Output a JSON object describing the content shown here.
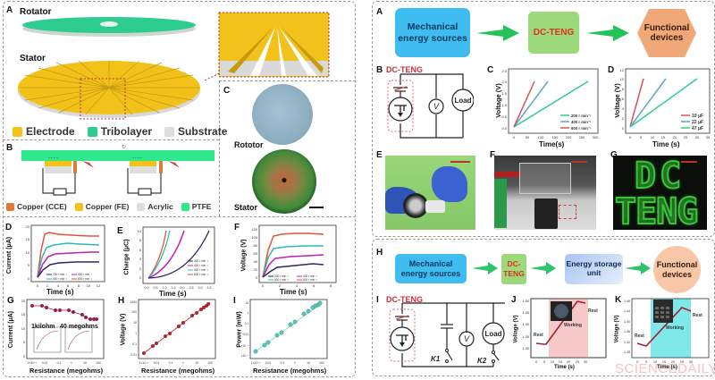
{
  "left_figure": {
    "panel_A": {
      "label": "A",
      "rotator_label": "Rotator",
      "stator_label": "Stator",
      "legend": [
        {
          "label": "Electrode",
          "color": "#f2c21b"
        },
        {
          "label": "Tribolayer",
          "color": "#2ecc8f"
        },
        {
          "label": "Substrate",
          "color": "#dddddd"
        }
      ]
    },
    "panel_B": {
      "label": "B",
      "legend": [
        {
          "label": "Copper (CCE)",
          "color": "#e07b39"
        },
        {
          "label": "Copper (FE)",
          "color": "#f2c21b"
        },
        {
          "label": "Acrylic",
          "color": "#dddddd"
        },
        {
          "label": "PTFE",
          "color": "#2ee88a"
        }
      ]
    },
    "panel_C": {
      "label": "C",
      "rotator_label": "Rototor",
      "stator_label": "Stator"
    },
    "panel_D": {
      "label": "D",
      "xlabel": "Time (s)",
      "ylabel": "Current (μA)"
    },
    "panel_E": {
      "label": "E",
      "xlabel": "Time (s)",
      "ylabel": "Charge (μC)"
    },
    "panel_F": {
      "label": "F",
      "xlabel": "Time (s)",
      "ylabel": "Voltage (V)"
    },
    "panel_G": {
      "label": "G",
      "xlabel": "Resistance (megohms)",
      "ylabel": "Current (μA)",
      "inset_left": "1kilohm",
      "inset_right": "40 megohms"
    },
    "panel_H": {
      "label": "H",
      "xlabel": "Resistance (megohms)",
      "ylabel": "Voltage (V)"
    },
    "panel_I": {
      "label": "I",
      "xlabel": "Resistance (megohms)",
      "ylabel": "Power (mW)"
    }
  },
  "right_figure": {
    "panel_A": {
      "label": "A",
      "boxes": [
        "Mechanical energy sources",
        "DC-TENG",
        "Functional devices"
      ],
      "colors": {
        "mech": "#3fbdf0",
        "teng": "#9bd97a",
        "func": "#f0a878",
        "teng_text": "#e03020",
        "arrow": "#22c45a"
      }
    },
    "panel_B": {
      "label": "B",
      "title": "DC-TENG",
      "voltmeter": "V",
      "load": "Load"
    },
    "panel_C": {
      "label": "C",
      "xlabel": "Time(s)",
      "ylabel": "Voltage (V)"
    },
    "panel_D": {
      "label": "D",
      "xlabel": "Time (s)",
      "ylabel": "Voltage (V)"
    },
    "panel_E": {
      "label": "E"
    },
    "panel_F": {
      "label": "F"
    },
    "panel_G": {
      "label": "G",
      "led_text_line1": "DC",
      "led_text_line2": "TENG"
    },
    "panel_H": {
      "label": "H",
      "boxes": [
        "Mechanical energy sources",
        "DC-TENG",
        "Energy storage unit",
        "Functional devices"
      ]
    },
    "panel_I": {
      "label": "I",
      "title": "DC-TENG",
      "voltmeter": "V",
      "load": "Load",
      "switch1": "K1",
      "switch2": "K2"
    },
    "panel_J": {
      "label": "J",
      "xlabel": "Time (s)",
      "ylabel": "Voltage (V)",
      "rest1": "Rest",
      "working": "Working",
      "rest2": "Rest"
    },
    "panel_K": {
      "label": "K",
      "xlabel": "Time (s)",
      "ylabel": "Voltage (V)",
      "rest1": "Rest",
      "working": "Working",
      "rest2": "Rest"
    }
  },
  "watermark": "SCIENCEDAILY.COM",
  "chart_data": [
    {
      "id": "left-D",
      "type": "line",
      "title": "",
      "xlabel": "Time (s)",
      "ylabel": "Current (μA)",
      "xlim": [
        -1,
        13
      ],
      "ylim": [
        -1,
        21
      ],
      "xticks": [
        0,
        2,
        4,
        6,
        8,
        10,
        12
      ],
      "yticks": [
        0,
        5,
        10,
        15,
        20
      ],
      "series": [
        {
          "name": "200 r min⁻¹",
          "color": "#2b2b5e",
          "x": [
            0,
            1,
            2,
            3,
            4,
            6,
            8,
            10,
            11.5
          ],
          "values": [
            0,
            2.5,
            4.2,
            5.0,
            5.5,
            5.7,
            5.8,
            5.8,
            5.7
          ]
        },
        {
          "name": "400 r min⁻¹",
          "color": "#c21fb5",
          "x": [
            0,
            1,
            2,
            3,
            4,
            6,
            8,
            10,
            11.5
          ],
          "values": [
            0,
            5.5,
            8.0,
            9.0,
            9.3,
            9.5,
            9.7,
            9.6,
            9.7
          ]
        },
        {
          "name": "500 r min⁻¹",
          "color": "#2bbdb0",
          "x": [
            0,
            1,
            2,
            3,
            4,
            6,
            8,
            10,
            11.5
          ],
          "values": [
            0,
            8.0,
            11.8,
            13.0,
            13.5,
            13.8,
            13.7,
            13.8,
            13.5
          ]
        },
        {
          "name": "600 r min⁻¹",
          "color": "#e0553a",
          "x": [
            0,
            1,
            2,
            3,
            4,
            6,
            8,
            10,
            11.5
          ],
          "values": [
            0,
            12.0,
            17.0,
            17.8,
            17.5,
            17.3,
            17.0,
            17.2,
            17.0
          ]
        }
      ]
    },
    {
      "id": "left-E",
      "type": "line",
      "xlabel": "Time (s)",
      "ylabel": "Charge (μC)",
      "xlim": [
        0,
        3.8
      ],
      "ylim": [
        -1,
        11
      ],
      "xticks": [
        0.0,
        0.5,
        1.0,
        1.5,
        2.0,
        2.5,
        3.0,
        3.5
      ],
      "yticks": [
        0,
        2,
        4,
        6,
        8,
        10
      ],
      "series": [
        {
          "name": "300 r min⁻¹",
          "color": "#2b2b5e",
          "x": [
            0,
            1,
            2,
            3,
            3.5
          ],
          "values": [
            0,
            0.8,
            3,
            7,
            10
          ]
        },
        {
          "name": "400 r min⁻¹",
          "color": "#c21fb5",
          "x": [
            0,
            0.7,
            1.4,
            2.1
          ],
          "values": [
            0,
            2,
            6,
            10
          ]
        },
        {
          "name": "500 r min⁻¹",
          "color": "#2bbdb0",
          "x": [
            0,
            0.5,
            1.0,
            1.35
          ],
          "values": [
            0,
            2,
            6,
            10
          ]
        },
        {
          "name": "600 r min⁻¹",
          "color": "#e0553a",
          "x": [
            0,
            0.4,
            0.8,
            1.15
          ],
          "values": [
            0,
            2,
            6,
            10
          ]
        }
      ]
    },
    {
      "id": "left-F",
      "type": "line",
      "xlabel": "Time (s)",
      "ylabel": "Voltage (V)",
      "xlim": [
        -0.5,
        8
      ],
      "ylim": [
        -5,
        125
      ],
      "xticks": [
        0,
        2,
        4,
        6,
        8
      ],
      "yticks": [
        0,
        20,
        40,
        60,
        80,
        100,
        120
      ],
      "series": [
        {
          "name": "300 r min⁻¹",
          "color": "#2b2b5e",
          "x": [
            0,
            1,
            2,
            4,
            6,
            7
          ],
          "values": [
            0,
            18,
            28,
            30,
            33,
            32
          ]
        },
        {
          "name": "400 r min⁻¹",
          "color": "#c21fb5",
          "x": [
            0,
            1,
            2,
            4,
            6,
            7
          ],
          "values": [
            0,
            38,
            50,
            54,
            56,
            57
          ]
        },
        {
          "name": "500 r min⁻¹",
          "color": "#2bbdb0",
          "x": [
            0,
            1,
            2,
            4,
            6,
            7
          ],
          "values": [
            0,
            55,
            72,
            78,
            82,
            80
          ]
        },
        {
          "name": "600 r min⁻¹",
          "color": "#e0553a",
          "x": [
            0,
            1,
            2,
            4,
            6,
            7
          ],
          "values": [
            0,
            85,
            108,
            112,
            113,
            110
          ]
        }
      ]
    },
    {
      "id": "left-G",
      "type": "scatter",
      "xlabel": "Resistance (megohms)",
      "ylabel": "Current (μA)",
      "xscale": "log",
      "xticks": [
        "1×10⁻³",
        "0.01",
        "0.1",
        "1",
        "10",
        "100"
      ],
      "yticks": [
        0,
        5,
        10,
        15,
        20
      ],
      "series": [
        {
          "name": "Current",
          "color": "#9b1f4a",
          "x": [
            0.001,
            0.003,
            0.005,
            0.02,
            0.04,
            0.2,
            0.4,
            2,
            4,
            10,
            20,
            30,
            40
          ],
          "values": [
            19.5,
            19.4,
            19.0,
            18.0,
            18.0,
            17.9,
            17.0,
            16.5,
            15.8,
            15.2,
            14.9,
            14.9,
            14.9
          ]
        }
      ]
    },
    {
      "id": "left-H",
      "type": "scatter",
      "xlabel": "Resistance (megohms)",
      "ylabel": "Voltage (V)",
      "xscale": "log",
      "yscale": "log",
      "xticks": [
        "1×10⁻³",
        "0.01",
        "0.1",
        "1",
        "10",
        "100"
      ],
      "yticks": [
        "0.01",
        "0.1",
        "1",
        "10",
        "100",
        "1000"
      ],
      "series": [
        {
          "name": "Voltage",
          "color": "#b2232a",
          "x": [
            0.001,
            0.005,
            0.01,
            0.05,
            0.1,
            0.5,
            1,
            5,
            10,
            20,
            30,
            40,
            50
          ],
          "values": [
            0.02,
            0.1,
            0.19,
            0.95,
            1.8,
            9,
            18,
            90,
            160,
            300,
            450,
            600,
            750
          ]
        }
      ]
    },
    {
      "id": "left-I",
      "type": "scatter",
      "xlabel": "Resistance (megohms)",
      "ylabel": "Power (mW)",
      "xscale": "log",
      "yscale": "log",
      "xticks": [
        "1×10⁻³",
        "0.01",
        "0.1",
        "1",
        "10",
        "100"
      ],
      "yticks": [
        "1×10⁻⁶",
        "1×10⁻⁴",
        "0.01",
        "0.1",
        "1",
        "10"
      ],
      "series": [
        {
          "name": "Power",
          "color": "#2bbdb0",
          "x": [
            0.001,
            0.005,
            0.01,
            0.05,
            0.1,
            0.5,
            1,
            5,
            10,
            20,
            30,
            40,
            50
          ],
          "values": [
            4e-07,
            2e-05,
            4e-05,
            0.001,
            0.003,
            0.02,
            0.04,
            1.5,
            2.5,
            5,
            7,
            9,
            11
          ]
        }
      ]
    },
    {
      "id": "right-C",
      "type": "line",
      "xlabel": "Time(s)",
      "ylabel": "Voltage (V)",
      "xlim": [
        -20,
        300
      ],
      "ylim": [
        -0.2,
        2.5
      ],
      "xticks": [
        0,
        50,
        100,
        150,
        200,
        250,
        300
      ],
      "yticks": [
        0.0,
        0.5,
        1.0,
        1.5,
        2.0,
        2.5
      ],
      "series": [
        {
          "name": "200 r min⁻¹",
          "color": "#2ecc8f",
          "x": [
            0,
            275
          ],
          "values": [
            0,
            2.0
          ]
        },
        {
          "name": "400 r min⁻¹",
          "color": "#5ba8c8",
          "x": [
            0,
            125
          ],
          "values": [
            0,
            2.0
          ]
        },
        {
          "name": "600 r min⁻¹",
          "color": "#d9535a",
          "x": [
            0,
            75
          ],
          "values": [
            0,
            2.0
          ]
        }
      ]
    },
    {
      "id": "right-D",
      "type": "line",
      "xlabel": "Time (s)",
      "ylabel": "Voltage (V)",
      "xlim": [
        -2,
        35
      ],
      "ylim": [
        -1,
        12
      ],
      "xticks": [
        0,
        5,
        10,
        15,
        20,
        25,
        30,
        35
      ],
      "yticks": [
        0,
        2,
        4,
        6,
        8,
        10,
        12
      ],
      "series": [
        {
          "name": "10 μF",
          "color": "#d9535a",
          "x": [
            0,
            6
          ],
          "values": [
            0,
            10
          ]
        },
        {
          "name": "22 μF",
          "color": "#5ba8c8",
          "x": [
            0,
            16
          ],
          "values": [
            0,
            10
          ]
        },
        {
          "name": "47 μF",
          "color": "#2ecc8f",
          "x": [
            0,
            30
          ],
          "values": [
            0,
            10
          ]
        }
      ]
    },
    {
      "id": "right-J",
      "type": "line",
      "xlabel": "Time (s)",
      "ylabel": "Voltage (V)",
      "xlim": [
        -3,
        33
      ],
      "ylim": [
        1.28,
        1.52
      ],
      "xticks": [
        0,
        5,
        10,
        15,
        20,
        25,
        30
      ],
      "yticks": [
        1.3,
        1.35,
        1.4,
        1.45,
        1.5
      ],
      "shaded_region": {
        "x": [
          6,
          25
        ],
        "color": "#f7c9c9",
        "label": "Working"
      },
      "annotations": [
        "Rest",
        "Working",
        "Rest"
      ],
      "series": [
        {
          "name": "Voltage",
          "color": "#a02030",
          "x": [
            0,
            5,
            6,
            25,
            30
          ],
          "values": [
            1.318,
            1.313,
            1.315,
            1.5,
            1.49
          ]
        }
      ]
    },
    {
      "id": "right-K",
      "type": "line",
      "xlabel": "Time (s)",
      "ylabel": "Voltage (V)",
      "xlim": [
        -3,
        33
      ],
      "ylim": [
        1.26,
        1.49
      ],
      "xticks": [
        0,
        5,
        10,
        15,
        20,
        25,
        30
      ],
      "yticks": [
        1.28,
        1.32,
        1.36,
        1.4,
        1.44,
        1.48
      ],
      "shaded_region": {
        "x": [
          6,
          25
        ],
        "color": "#7fe9ea",
        "label": "Working"
      },
      "annotations": [
        "Rest",
        "Working",
        "Rest"
      ],
      "series": [
        {
          "name": "Voltage",
          "color": "#a02030",
          "x": [
            0,
            5,
            25,
            30
          ],
          "values": [
            1.315,
            1.305,
            1.455,
            1.445
          ]
        }
      ]
    }
  ]
}
